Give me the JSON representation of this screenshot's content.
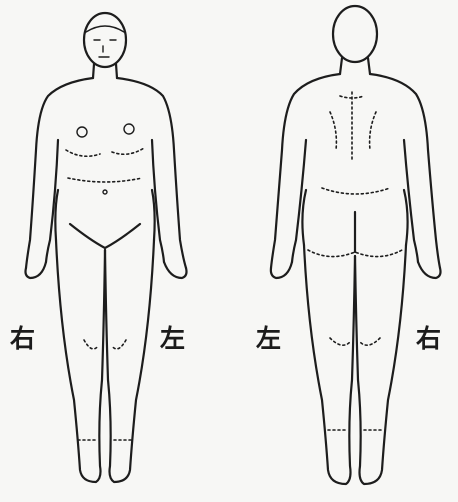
{
  "labels": {
    "front_right": "右",
    "front_left": "左",
    "back_left": "左",
    "back_right": "右"
  },
  "colors": {
    "background": "#f7f7f5",
    "ink": "#1d1d1d"
  }
}
